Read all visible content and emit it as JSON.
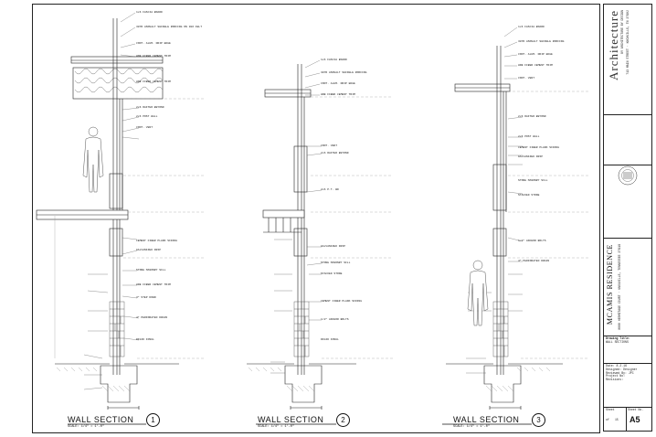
{
  "sections": [
    {
      "title": "WALL SECTION",
      "scale": "SCALE: 1/4\" = 1'-0\"",
      "number": "1"
    },
    {
      "title": "WALL SECTION",
      "scale": "SCALE: 1/4\" = 1'-0\"",
      "number": "2"
    },
    {
      "title": "WALL SECTION",
      "scale": "SCALE: 1/4\" = 1'-0\"",
      "number": "3"
    }
  ],
  "annotations": {
    "s1": [
      "1x6 FASCIA BOARD",
      "30YR ASPHALT SHINGLE ROOFING ON 30# FELT",
      "CONT. ALUM. DRIP EDGE",
      "HDB FIBER CEMENT TRIM",
      "HDB FIBER CEMENT TRIM",
      "2x6 RAFTER BEYOND",
      "2x6 POST WALL",
      "CONT. VENT",
      "CEMENT FIBER PLANK SIDING",
      "GALVANIZED DRIP",
      "STONE MASONRY SILL",
      "HDB FIBER CEMENT TRIM",
      "3\" STEP DOWN",
      "4\" PERFORATED DRAIN",
      "RIGID INSUL"
    ],
    "s2": [
      "1x6 FASCIA BOARD",
      "30YR ASPHALT SHINGLE ROOFING",
      "CONT. ALUM. DRIP EDGE",
      "HDB FIBER CEMENT TRIM",
      "CONT. VENT",
      "2x6 RAFTER BEYOND",
      "2x6 P.T. BD",
      "GALVANIZED DRIP",
      "STONE MASONRY SILL",
      "STACKED STONE",
      "CEMENT FIBER PLANK SIDING",
      "1/2\" ANCHOR BOLTS",
      "RIGID INSUL"
    ],
    "s3": [
      "1x6 FASCIA BOARD",
      "30YR ASPHALT SHINGLE ROOFING",
      "CONT. ALUM. DRIP EDGE",
      "HDB FIBER CEMENT TRIM",
      "CONT. VENT",
      "2x6 RAFTER BEYOND",
      "2x6 POST WALL",
      "CEMENT FIBER PLANK SIDING",
      "GALVANIZED DRIP",
      "STONE MASONRY SILL",
      "STACKED STONE",
      "1/2\" ANCHOR BOLTS",
      "4\" PERFORATED DRAIN"
    ]
  },
  "title_block": {
    "firm": "Architecture",
    "firm_sub": "BY ARCHITECTURE BY DESIGN",
    "address": "713 MAIN STREET · KNOXVILLE, TN 37902",
    "project": "MCAMIS RESIDENCE",
    "project_addr": "0000 HERMITAGE COURT · KNOXVILLE, TENNESSEE 37919",
    "drawing_title_label": "Drawing Title:",
    "drawing_title": "WALL SECTIONS",
    "date_label": "Date:",
    "date": "8.2.16",
    "designed": "Designed: Designer",
    "reviewed": "Reviewed By: JPC",
    "project_no": "Project No:",
    "revisions": "Revisions:",
    "sheet_label": "Sheet",
    "sheet_no_label": "Sheet No.",
    "sheet_no": "A5",
    "of_label": "of",
    "of_no": "15"
  }
}
